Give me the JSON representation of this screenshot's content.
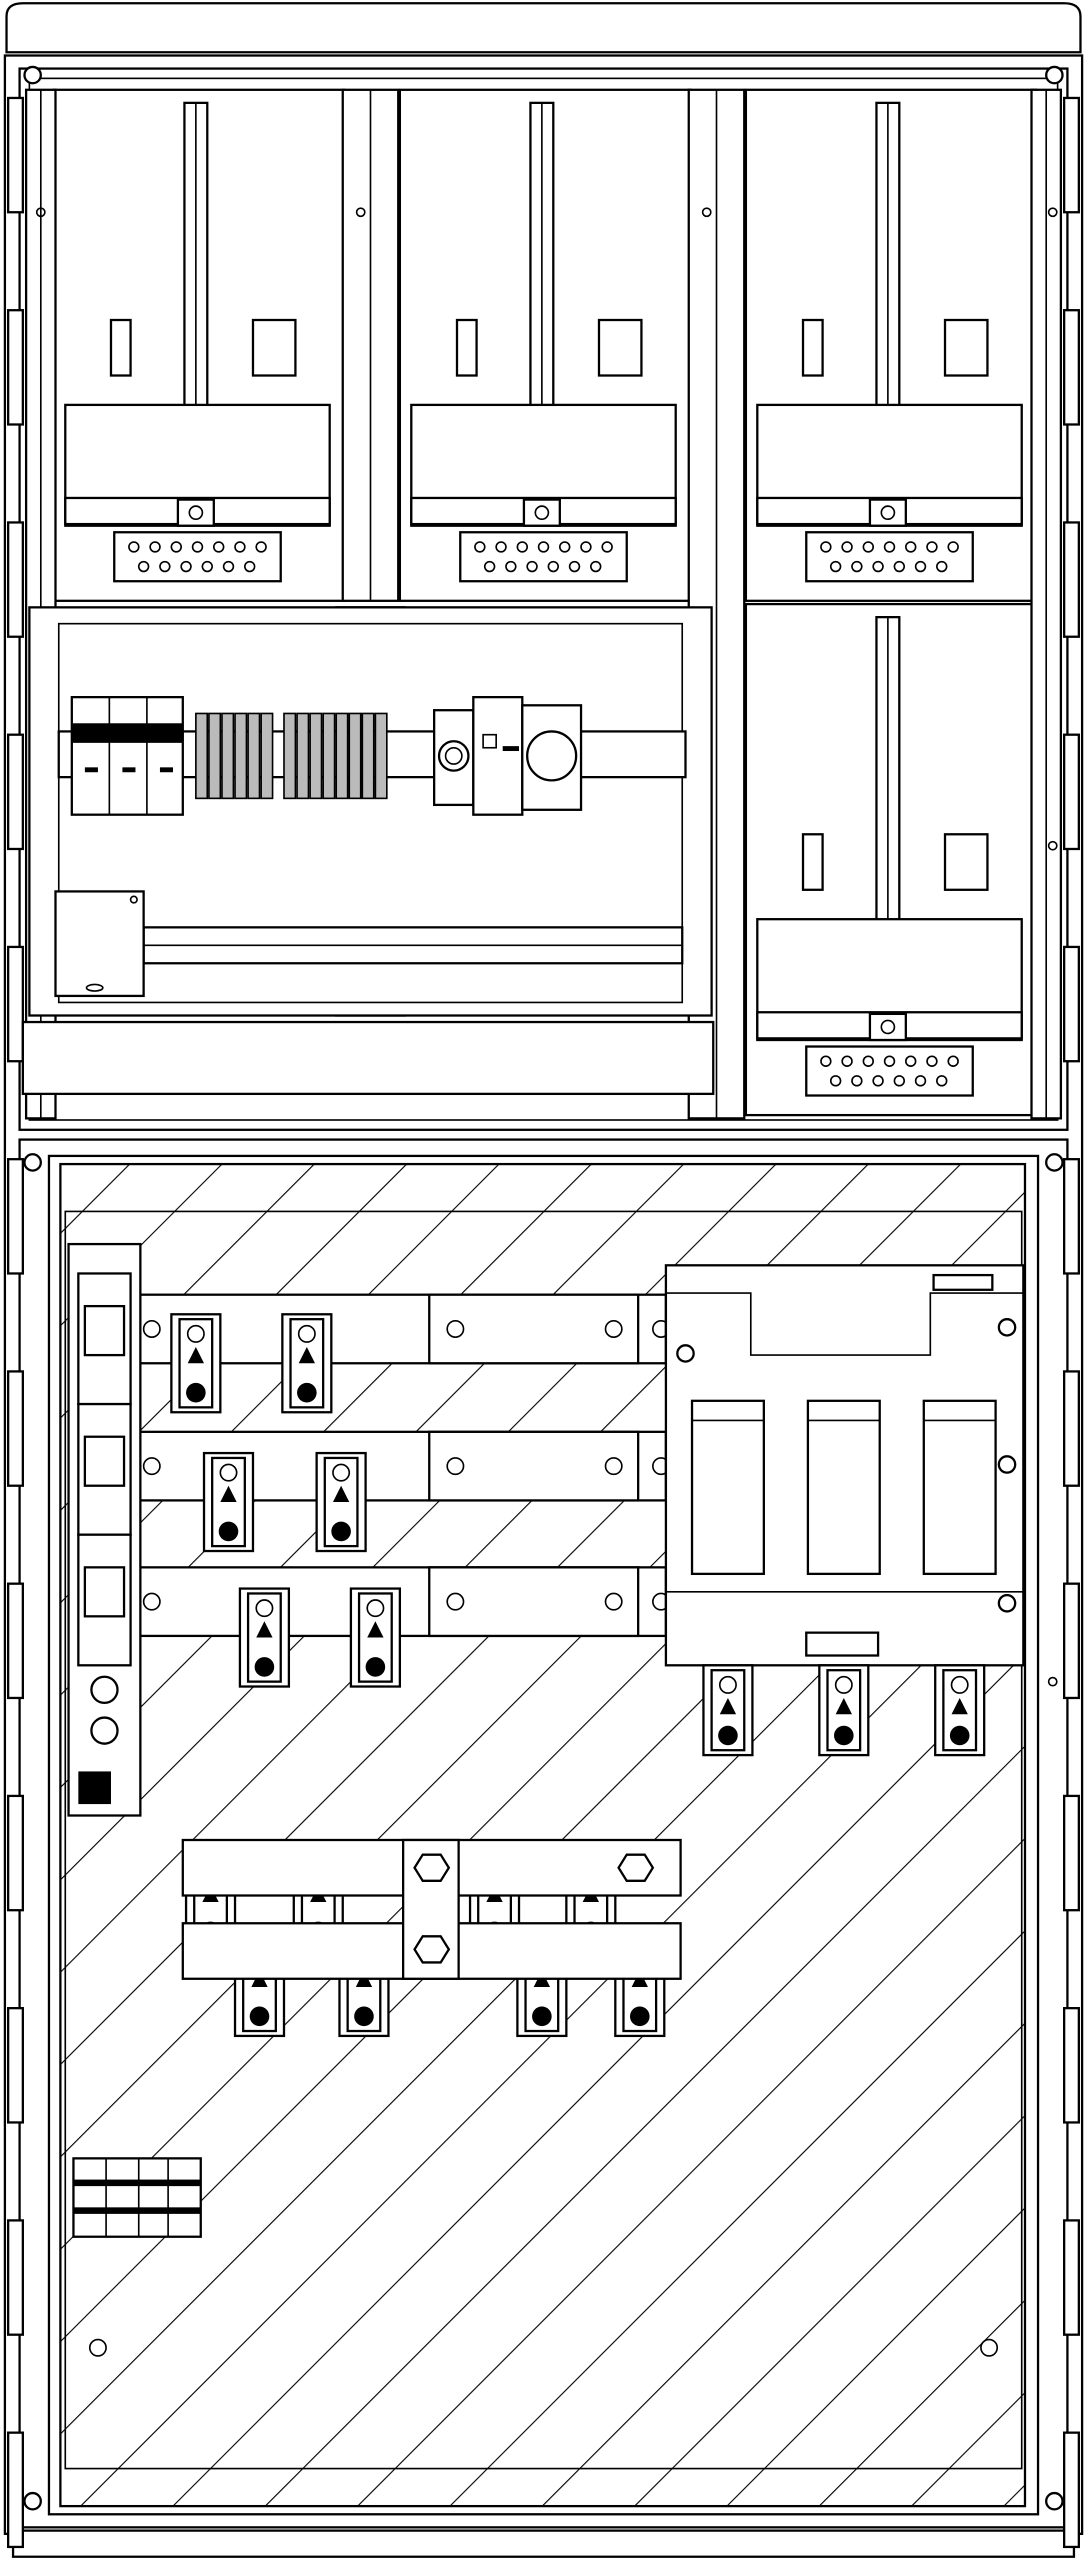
{
  "drawing": {
    "subject": "",
    "colors": {
      "line": "#000000",
      "background": "#ffffff",
      "shade": "#bbbbbb"
    }
  },
  "counts": {
    "meter_panels": 4,
    "busbar_rows": 3,
    "switch_poles": 3
  }
}
